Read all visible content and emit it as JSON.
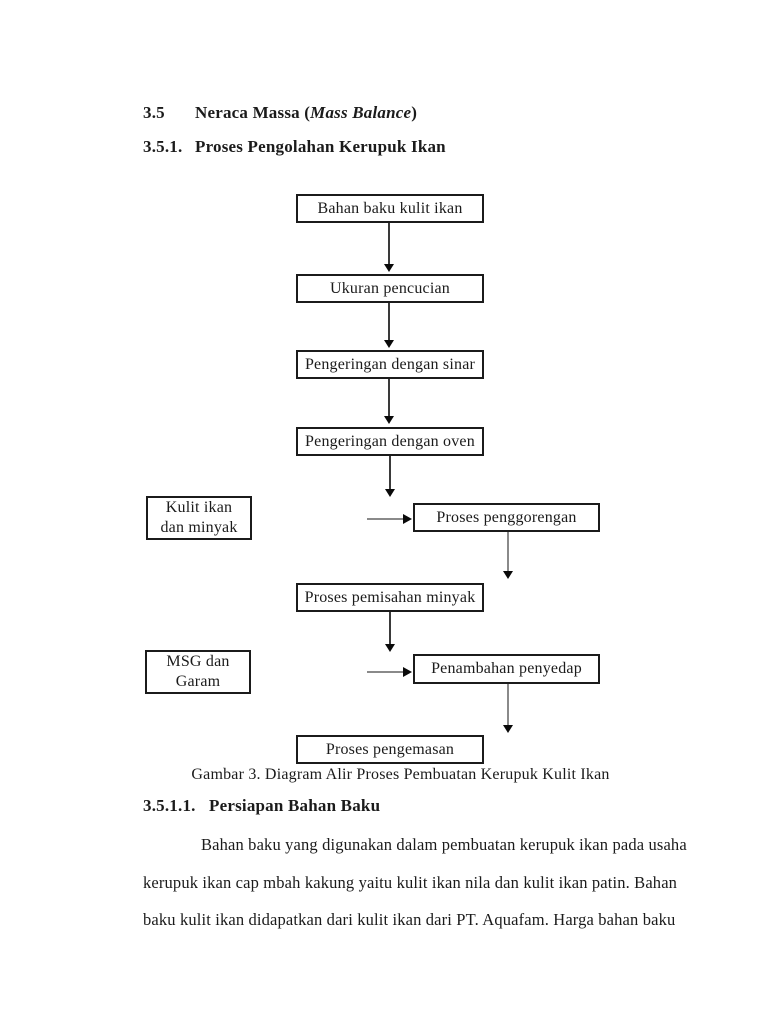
{
  "page": {
    "heading1": {
      "number": "3.5",
      "prefix": "Neraca Massa (",
      "italic": "Mass Balance",
      "suffix": ")"
    },
    "heading2": {
      "number": "3.5.1.",
      "text": "Proses Pengolahan Kerupuk Ikan"
    },
    "caption": "Gambar 3. Diagram Alir Proses Pembuatan Kerupuk Kulit Ikan",
    "heading3": {
      "number": "3.5.1.1.",
      "text": "Persiapan Bahan Baku"
    },
    "paragraph_lines": [
      "Bahan baku yang digunakan dalam pembuatan kerupuk ikan pada usaha",
      "kerupuk ikan cap mbah kakung yaitu kulit ikan nila dan kulit ikan patin. Bahan",
      "baku kulit ikan didapatkan dari kulit ikan dari PT. Aquafam. Harga bahan baku"
    ]
  },
  "flowchart": {
    "boxes": [
      {
        "id": "bahan-baku",
        "label": "Bahan baku kulit ikan"
      },
      {
        "id": "ukuran-pencucian",
        "label": "Ukuran pencucian"
      },
      {
        "id": "pengeringan-sinar",
        "label": "Pengeringan dengan sinar"
      },
      {
        "id": "pengeringan-oven",
        "label": "Pengeringan dengan oven"
      },
      {
        "id": "kulit-ikan-minyak",
        "label": "Kulit ikan\ndan minyak"
      },
      {
        "id": "penggorengan",
        "label": "Proses penggorengan"
      },
      {
        "id": "pemisahan-minyak",
        "label": "Proses pemisahan minyak"
      },
      {
        "id": "msg-garam",
        "label": "MSG dan\nGaram"
      },
      {
        "id": "penambahan-penyedap",
        "label": "Penambahan penyedap"
      },
      {
        "id": "pengemasan",
        "label": "Proses pengemasan"
      }
    ]
  },
  "colors": {
    "background": "#ffffff",
    "text": "#1b1b1b",
    "box_border": "#1b1b1b",
    "arrow_line": "#8a8a8a",
    "arrow_head": "#0a0a0a"
  }
}
